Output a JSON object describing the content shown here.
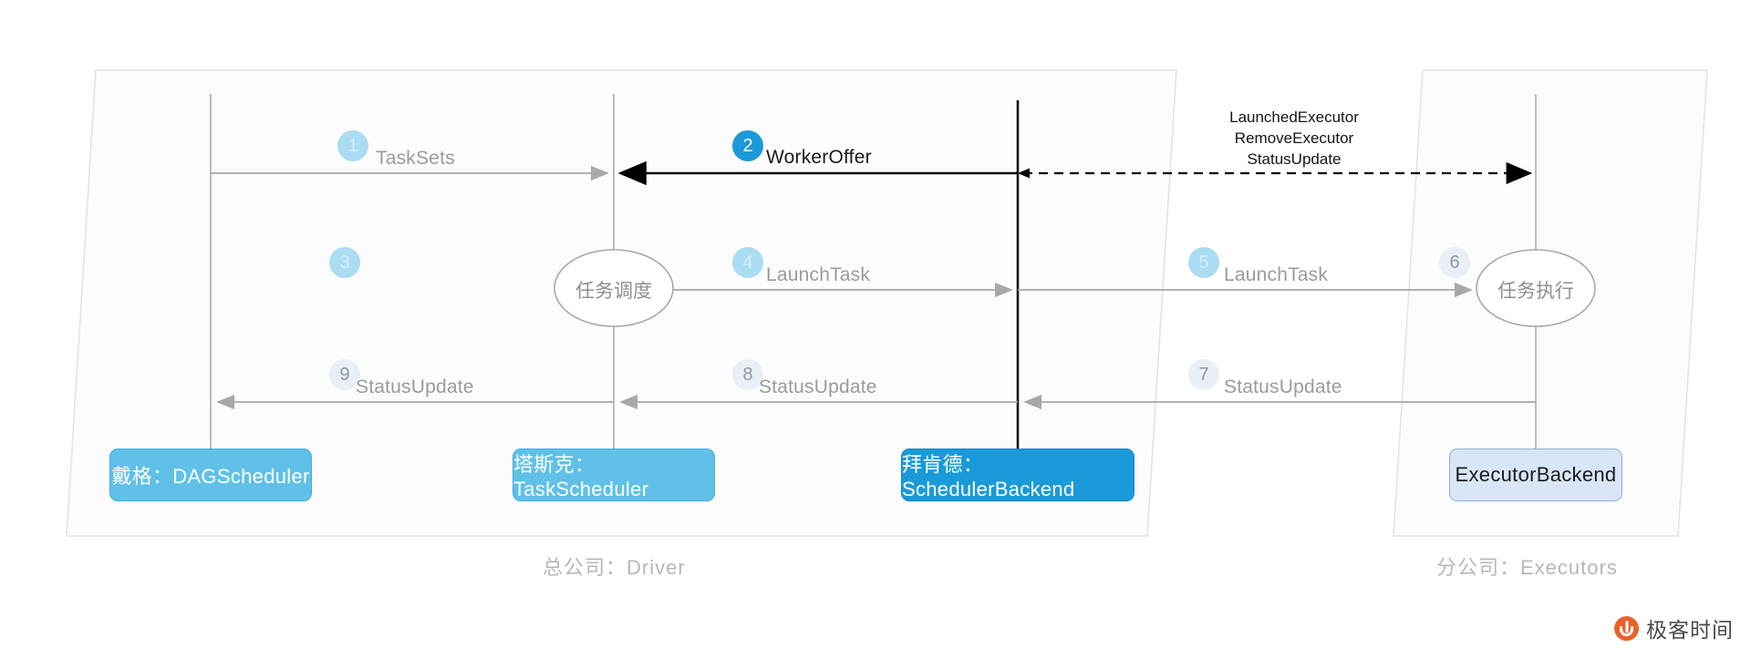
{
  "diagram": {
    "title_visible": false,
    "zones": [
      {
        "id": "driver",
        "caption": "总公司：Driver"
      },
      {
        "id": "executors",
        "caption": "分公司：Executors"
      }
    ],
    "participants": [
      {
        "id": "dag",
        "label": "戴格：DAGScheduler",
        "style": "solid-mid"
      },
      {
        "id": "task",
        "label": "塔斯克：TaskScheduler",
        "style": "solid-mid"
      },
      {
        "id": "backend",
        "label": "拜肯德：SchedulerBackend",
        "style": "solid-strong"
      },
      {
        "id": "executor",
        "label": "ExecutorBackend",
        "style": "pale"
      }
    ],
    "activities": [
      {
        "id": "sched",
        "label": "任务调度"
      },
      {
        "id": "exec",
        "label": "任务执行"
      }
    ],
    "messages": [
      {
        "num": "1",
        "label": "TaskSets",
        "badge": "light",
        "text": "gray",
        "row": "top"
      },
      {
        "num": "2",
        "label": "WorkerOffer",
        "badge": "strong",
        "text": "dark",
        "row": "top"
      },
      {
        "num": "3",
        "label": "",
        "badge": "light",
        "text": "gray",
        "row": "mid"
      },
      {
        "num": "4",
        "label": "LaunchTask",
        "badge": "light",
        "text": "gray",
        "row": "mid"
      },
      {
        "num": "5",
        "label": "LaunchTask",
        "badge": "light",
        "text": "gray",
        "row": "mid"
      },
      {
        "num": "6",
        "label": "",
        "badge": "pale",
        "text": "gray",
        "row": "mid"
      },
      {
        "num": "7",
        "label": "StatusUpdate",
        "badge": "pale",
        "text": "gray",
        "row": "bottom"
      },
      {
        "num": "8",
        "label": "StatusUpdate",
        "badge": "pale",
        "text": "gray",
        "row": "bottom"
      },
      {
        "num": "9",
        "label": "StatusUpdate",
        "badge": "pale",
        "text": "gray",
        "row": "bottom"
      }
    ],
    "rpc_labels": {
      "line1": "LaunchedExecutor",
      "line2": "RemoveExecutor",
      "line3": "StatusUpdate"
    },
    "colors": {
      "accent_strong": "#1a9ad8",
      "accent_mid": "#60c0e8",
      "accent_light": "#aadcf2",
      "badge_pale": "#eaeff7",
      "pale_box": "#d8e6f8",
      "gray_text": "#9b9b9b",
      "zone_border": "#e2e2e2",
      "watermark_orange": "#e8622a"
    }
  },
  "watermark": {
    "text": "极客时间",
    "logo_icon": "geek-time-logo-icon"
  }
}
